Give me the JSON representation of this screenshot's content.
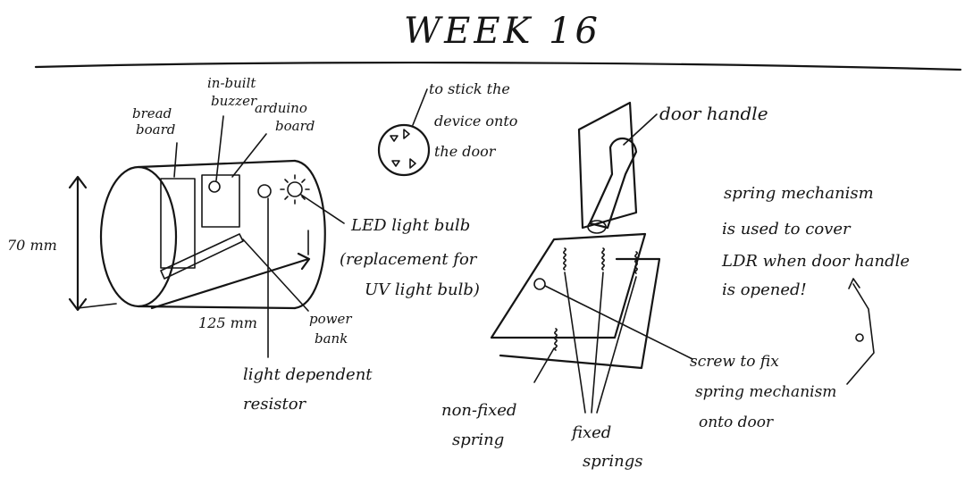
{
  "title": "WEEK 16",
  "labels": {
    "breadboard": [
      "bread",
      "board"
    ],
    "buzzer": [
      "in-built",
      "buzzer"
    ],
    "arduino": [
      "arduino",
      "board"
    ],
    "sticker": [
      "to stick the",
      "device onto",
      "the door"
    ],
    "door_handle": "door handle",
    "spring_note": [
      "spring mechanism",
      "is used to cover",
      "LDR when door handle",
      "is opened!"
    ],
    "led": [
      "LED light bulb",
      "(replacement for",
      "UV light bulb)"
    ],
    "height": "70 mm",
    "length": "125 mm",
    "power_bank": [
      "power",
      "bank"
    ],
    "ldr": [
      "light dependent",
      "resistor"
    ],
    "non_fixed": [
      "non-fixed",
      "spring"
    ],
    "fixed": [
      "fixed",
      "springs"
    ],
    "screw": [
      "screw to fix",
      "spring mechanism",
      "onto door"
    ]
  }
}
